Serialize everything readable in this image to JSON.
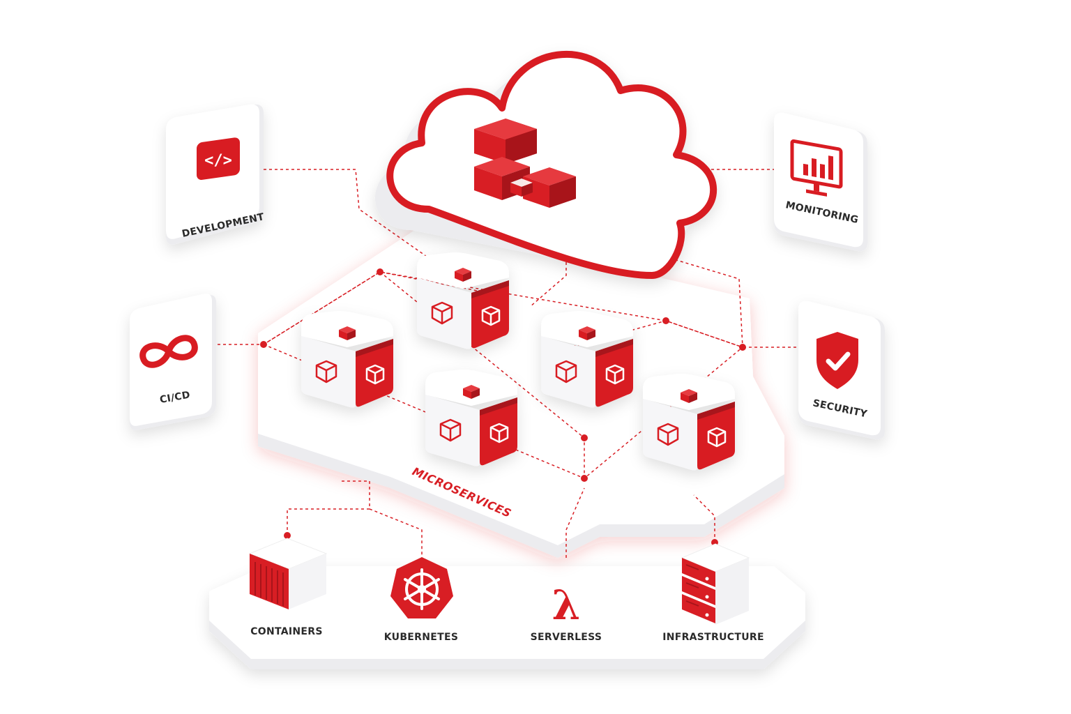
{
  "colors": {
    "accent": "#d81e24",
    "accent_dark": "#a8141a",
    "surface": "#ffffff",
    "surface_shade": "#ececef",
    "text": "#2a2a2a"
  },
  "hub": {
    "icon": "stacked-cubes-icon"
  },
  "platform": {
    "label": "MICROSERVICES"
  },
  "tiles": {
    "development": {
      "label": "DEVELOPMENT",
      "icon": "code-icon"
    },
    "cicd": {
      "label": "CI/CD",
      "icon": "infinity-icon"
    },
    "monitoring": {
      "label": "MONITORING",
      "icon": "monitor-chart-icon"
    },
    "security": {
      "label": "SECURITY",
      "icon": "shield-check-icon"
    }
  },
  "base_items": {
    "containers": {
      "label": "CONTAINERS",
      "icon": "container-icon"
    },
    "kubernetes": {
      "label": "KUBERNETES",
      "icon": "helm-wheel-icon"
    },
    "serverless": {
      "label": "SERVERLESS",
      "icon": "lambda-icon"
    },
    "infrastructure": {
      "label": "INFRASTRUCTURE",
      "icon": "server-stack-icon"
    }
  }
}
